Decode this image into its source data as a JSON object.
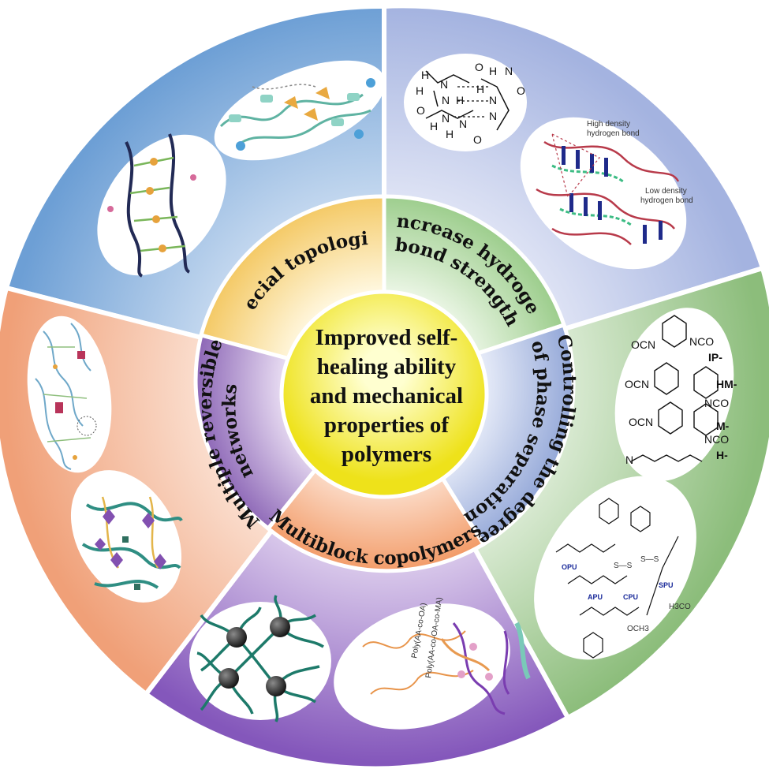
{
  "center": {
    "lines": [
      "Improved self-",
      "healing ability",
      "and mechanical",
      "properties of",
      "polymers"
    ]
  },
  "segments": {
    "special_topologies": {
      "label": "Special topologies"
    },
    "hydrogen_bond": {
      "line1": "Increase hydrogen",
      "line2": "bond strength"
    },
    "phase_separation": {
      "line1": "Controlling the degree",
      "line2": "of phase separation"
    },
    "multiblock": {
      "label": "Multiblock copolymers"
    },
    "multiple_networks": {
      "line1": "Multiple reversible",
      "line2": "networks"
    }
  },
  "illustrations": {
    "hbond_dimer": {
      "atoms": [
        "O",
        "H",
        "N",
        "O",
        "N",
        "N",
        "H",
        "N",
        "H",
        "H",
        "O",
        "N",
        "N",
        "H",
        "O",
        "N",
        "H",
        "H"
      ]
    },
    "hbond_network": {
      "high": [
        "High density",
        "hydrogen bond"
      ],
      "low": [
        "Low density",
        "hydrogen bond"
      ]
    },
    "isocyanates": {
      "labels": [
        "OCN",
        "NCO",
        "IP-",
        "OCN",
        "HM-",
        "NCO",
        "OCN",
        "M-",
        "NCO",
        "H-",
        "N"
      ]
    },
    "polyurethane": {
      "labels": [
        "OPU",
        "APU",
        "CPU",
        "SPU",
        "S—S",
        "S—S",
        "OCH3",
        "H3CO"
      ]
    },
    "copolymer_text": {
      "lines": [
        "Poly(AA-co-OA)",
        "Poly(AA-co-OA-co-MA)"
      ]
    }
  },
  "colors": {
    "blue": "#6b9bd2",
    "lavender": "#a9b8e2",
    "green": "#8fbf7e",
    "purple": "#8a5cbe",
    "peach": "#f1a37b",
    "center_yellow": "#f3ee22",
    "inner_yellow": "#f6d27a",
    "inner_green": "#a9d49d",
    "inner_blue": "#9fb1db",
    "inner_orange": "#f4a879",
    "inner_purple": "#9a78bd"
  }
}
